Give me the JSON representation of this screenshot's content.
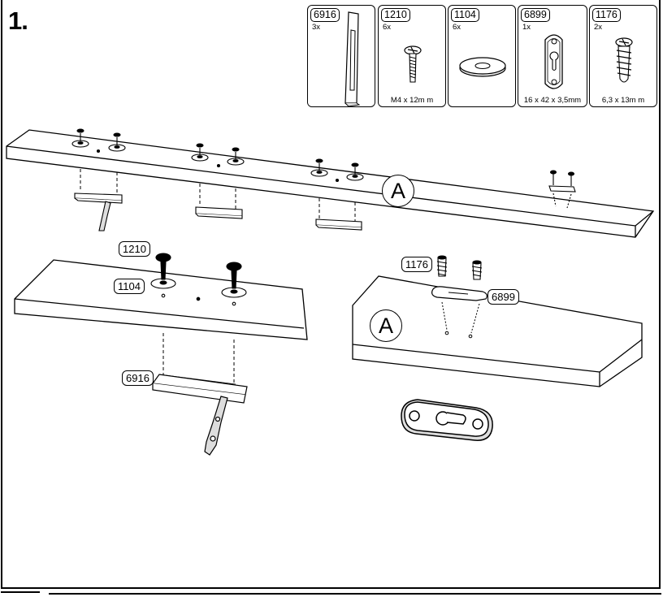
{
  "step": {
    "number": "1."
  },
  "parts": [
    {
      "id": "6916",
      "qty": "3x",
      "spec": "",
      "icon": "handle-icon"
    },
    {
      "id": "1210",
      "qty": "6x",
      "spec": "M4 x 12m m",
      "icon": "machine-screw-icon"
    },
    {
      "id": "1104",
      "qty": "6x",
      "spec": "",
      "icon": "washer-icon"
    },
    {
      "id": "6899",
      "qty": "1x",
      "spec": "16 x 42 x 3,5mm",
      "icon": "keyhole-bracket-icon"
    },
    {
      "id": "1176",
      "qty": "2x",
      "spec": "6,3 x 13m m",
      "icon": "wood-screw-icon"
    }
  ],
  "callouts": {
    "screw": "1210",
    "washer": "1104",
    "handle": "6916",
    "wood_screw": "1176",
    "bracket": "6899"
  },
  "reference": {
    "top_board": "A",
    "detail_board": "A"
  }
}
